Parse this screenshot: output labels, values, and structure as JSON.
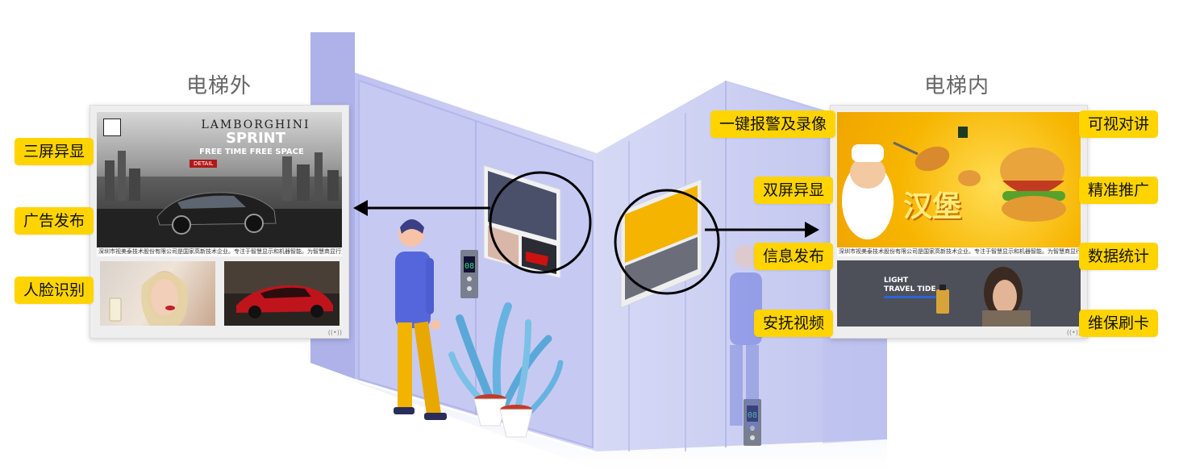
{
  "outside": {
    "title": "电梯外",
    "features": [
      "三屏异显",
      "广告发布",
      "人脸识别"
    ],
    "ad": {
      "brand": "LAMBORGHINI",
      "model": "SPRINT",
      "tagline": "FREE TIME FREE SPACE",
      "button": "DETAIL"
    },
    "ticker": "深圳市视美泰技术股份有限公司是国家高新技术企业。专注于智慧显示和机器智能。为智慧商显行业提供"
  },
  "inside": {
    "title": "电梯内",
    "features_left": [
      "一键报警及录像",
      "双屏异显",
      "信息发布",
      "安抚视频"
    ],
    "features_right": [
      "可视对讲",
      "精准推广",
      "数据统计",
      "维保刷卡"
    ],
    "ad": {
      "food_title": "汉堡",
      "perfume_line1": "LIGHT",
      "perfume_line2": "TRAVEL TIDE"
    },
    "ticker": "深圳市视美泰技术股份有限公司是国家高新技术企业。专注于智慧显示和机器智能。为智慧商显行业提供"
  },
  "elevator": {
    "floor_display": "08"
  },
  "colors": {
    "tag_bg": "#ffd400",
    "wall": "#c9cdf0",
    "wall_dark": "#a9aee4",
    "floor": "#e9eaf8",
    "person_shirt": "#5566dd",
    "person_pants": "#f2b400",
    "plant": "#5aa8d8"
  },
  "icons": [
    "arrow-left-icon",
    "arrow-right-icon",
    "zoom-circle-icon",
    "wifi-icon",
    "plant-icon",
    "person-icon"
  ]
}
